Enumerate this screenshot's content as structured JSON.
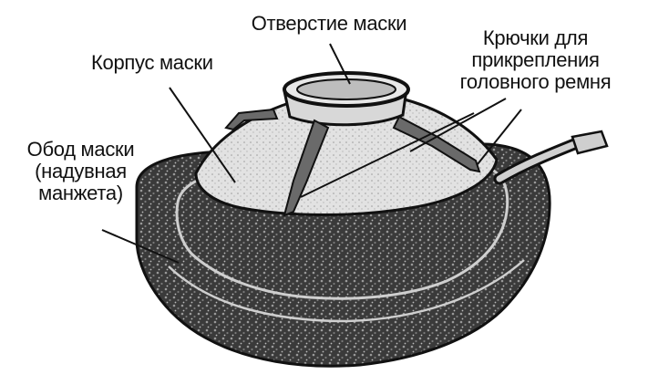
{
  "labels": {
    "opening": "Отверстие маски",
    "body": "Корпус маски",
    "hooks": [
      "Крючки для",
      "прикрепления",
      "головного ремня"
    ],
    "rim": [
      "Обод маски",
      "(надувная",
      "манжета)"
    ]
  },
  "colors": {
    "ink": "#111111",
    "cuff_fill": "#4a4a4a",
    "dome_fill": "#dcdcdc",
    "background": "#ffffff"
  }
}
